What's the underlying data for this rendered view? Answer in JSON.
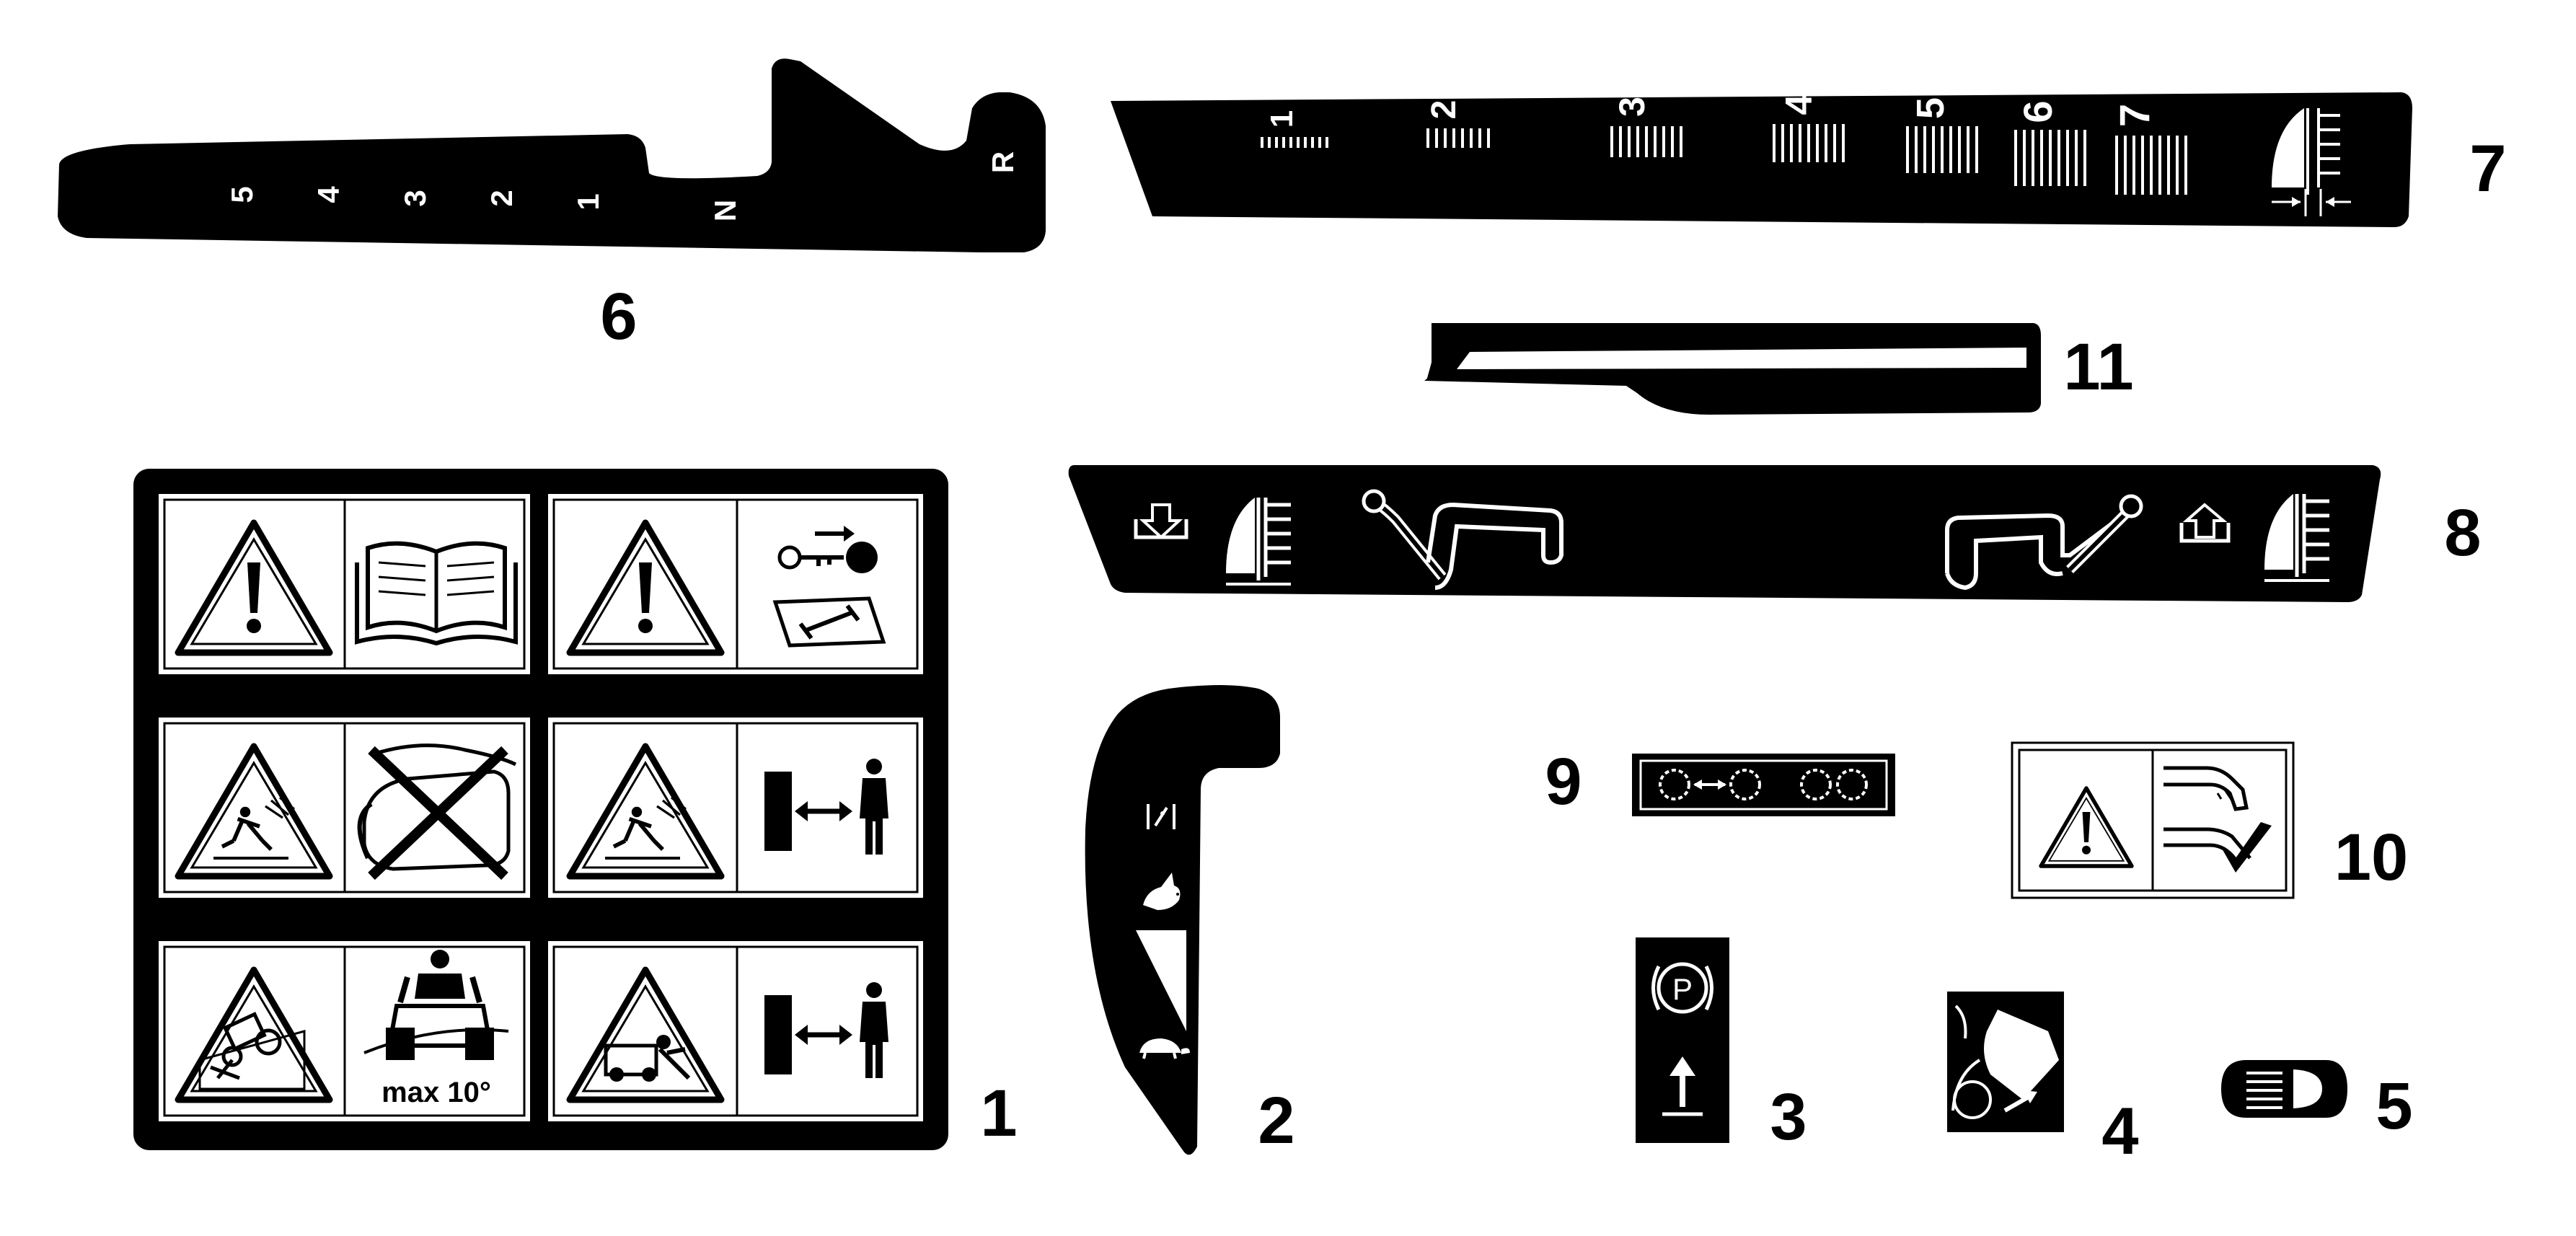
{
  "decal_numbers": {
    "n1": "1",
    "n2": "2",
    "n3": "3",
    "n4": "4",
    "n5": "5",
    "n6": "6",
    "n7": "7",
    "n8": "8",
    "n9": "9",
    "n10": "10",
    "n11": "11"
  },
  "gear_decal": {
    "labels": [
      "5",
      "4",
      "3",
      "2",
      "1",
      "N",
      "R"
    ]
  },
  "height_decal": {
    "labels": [
      "1",
      "2",
      "3",
      "4",
      "5",
      "6",
      "7"
    ]
  },
  "safety_decal": {
    "slope_text": "max 10°"
  },
  "icons": {
    "warning": "warning-triangle-icon",
    "manual": "open-book-icon",
    "key": "remove-key-icon",
    "service": "service-manual-icon",
    "thrown_object": "thrown-object-icon",
    "no_grass_bag": "no-grass-bag-icon",
    "distance": "keep-distance-icon",
    "slope": "slope-rollover-icon",
    "operator": "seated-operator-icon",
    "hare": "fast-hare-icon",
    "tortoise": "slow-tortoise-icon",
    "parking": "parking-brake-icon",
    "arrow_up": "arrow-up-icon",
    "headlight": "headlight-icon",
    "lift": "lift-arrow-icon",
    "lower": "lower-arrow-icon",
    "lever": "lever-icon",
    "blades": "blade-engagement-icon"
  },
  "colors": {
    "ink": "#000000",
    "paper": "#ffffff"
  }
}
